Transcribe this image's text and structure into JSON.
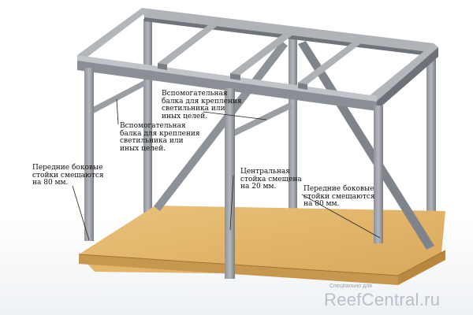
{
  "annotations": {
    "beam_upper": "Вспомогательная\nбалка для крепления\nсветильника или\nиных целей.",
    "beam_lower": "Вспомогательная\nбалка для крепления\nсветильника или\nиных целей.",
    "front_left_posts": "Передние боковые\nстойки смещаются\nна 80 мм.",
    "central_post": "Центральная\nстойка смещена\nна 20 мм.",
    "front_right_posts": "Передние боковые\nстойки смещаются\nна 80 мм."
  },
  "watermark": {
    "small": "Специально для",
    "site": "ReefCentral.ru"
  },
  "colors": {
    "background": "#ffffff",
    "frame_top": "#a9adb2",
    "frame_side": "#7d8288",
    "frame_dark": "#5f6369",
    "board_top": "#e3b86e",
    "board_edge": "#c89a55"
  }
}
